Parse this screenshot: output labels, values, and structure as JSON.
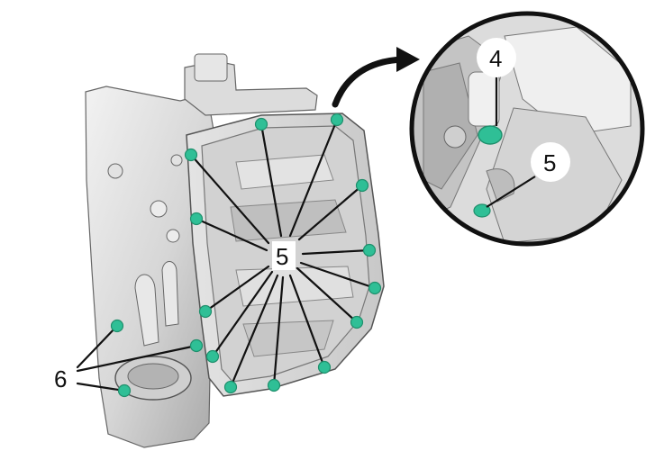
{
  "callouts": {
    "main_bolt_label": "5",
    "left_bolt_label": "6",
    "inset_top_label": "4",
    "inset_bottom_label": "5"
  },
  "colors": {
    "bolt": "#2fbf96",
    "bolt_edge": "#1f8f6c",
    "metal_light": "#e9e9e9",
    "metal_mid": "#cfcfcf",
    "metal_dark": "#9a9a9a",
    "outline": "#555555",
    "leader": "#111111"
  },
  "icons": [
    "bolt-icon",
    "curved-arrow-icon",
    "magnifier-inset"
  ]
}
